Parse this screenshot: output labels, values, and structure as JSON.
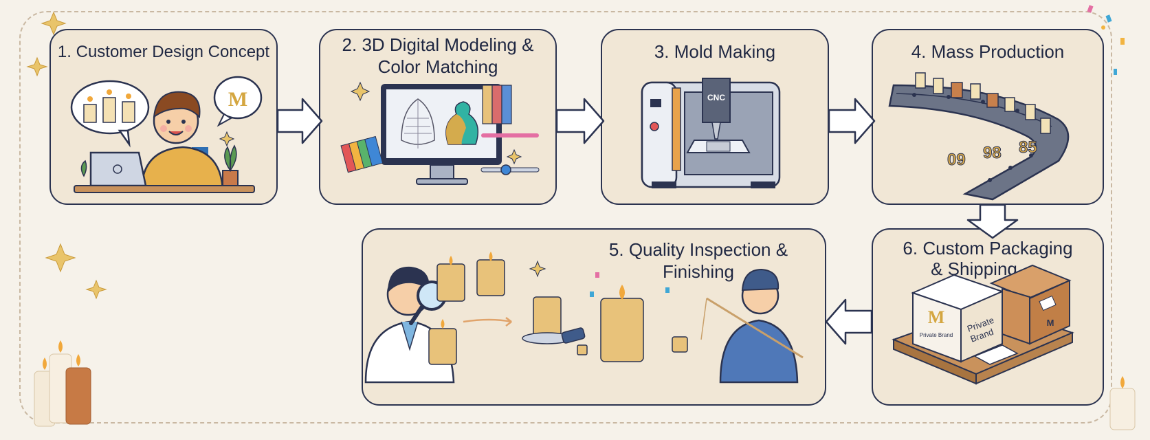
{
  "steps": [
    {
      "title": "1. Customer Design Concept"
    },
    {
      "title_line1": "2. 3D Digital Modeling &",
      "title_line2": "Color Matching"
    },
    {
      "title": "3. Mold Making"
    },
    {
      "title": "4. Mass Production"
    },
    {
      "title_line1": "5. Quality Inspection &",
      "title_line2": "Finishing"
    },
    {
      "title_line1": "6. Custom Packaging",
      "title_line2": "& Shipping"
    }
  ],
  "labels": {
    "brand_mark": "M",
    "cnc": "CNC",
    "conveyor_numbers": [
      "09",
      "98",
      "85"
    ],
    "box_text_line1": "Private",
    "box_text_line2": "Brand",
    "box_small_text": "Private Brand"
  },
  "colors": {
    "card_fill": "#f1e7d6",
    "card_border": "#2b3350",
    "accent_gold": "#e2b65a",
    "candle": "#e8c27a",
    "background": "#f6f2ea"
  },
  "icons": [
    "candle-icon",
    "brand-logo-icon",
    "laptop-icon",
    "monitor-icon",
    "color-palette-icon",
    "cnc-machine-icon",
    "conveyor-belt-icon",
    "magnifier-icon",
    "worker-icon",
    "box-icon",
    "pallet-icon",
    "star-icon",
    "arrow-icon"
  ]
}
